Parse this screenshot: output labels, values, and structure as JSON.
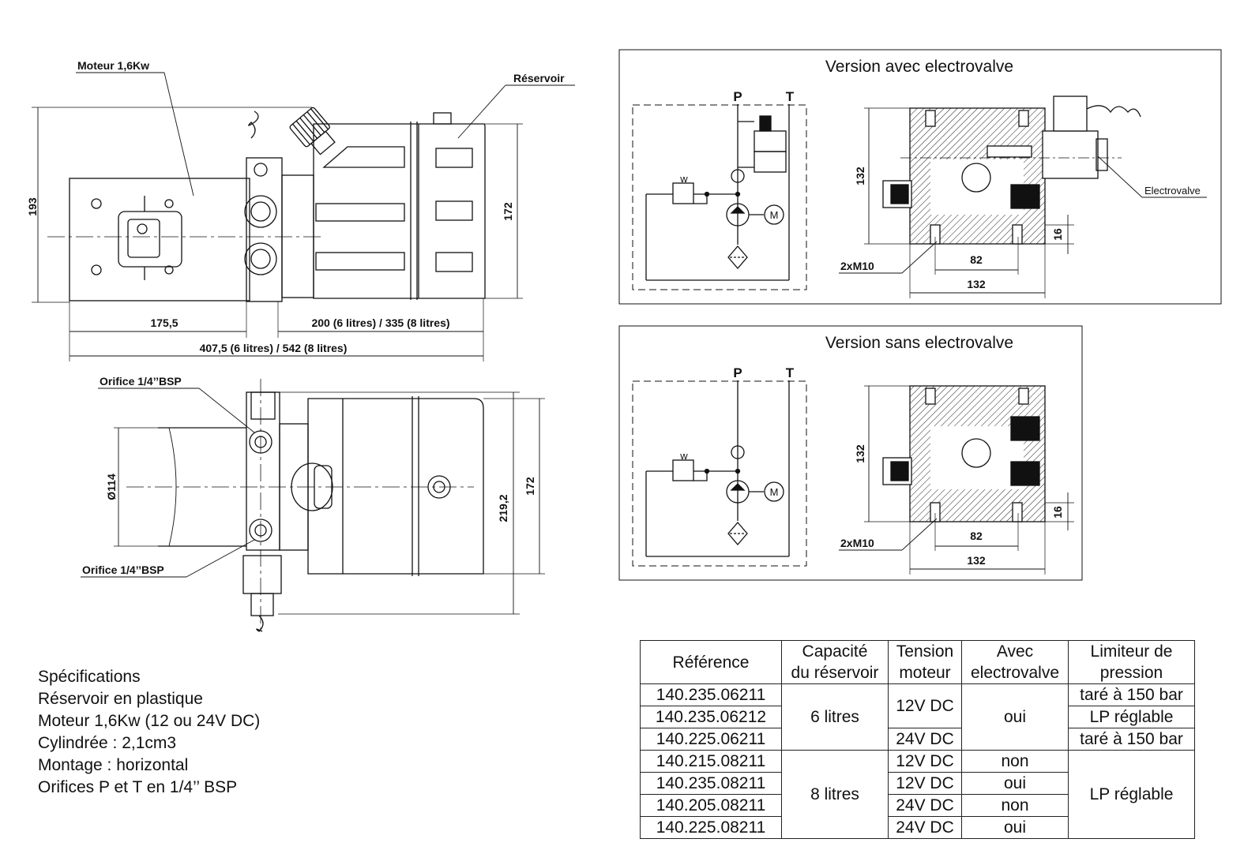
{
  "labels": {
    "moteur": "Moteur 1,6Kw",
    "reservoir": "Réservoir",
    "orifice_top": "Orifice 1/4’’BSP",
    "orifice_bottom": "Orifice 1/4’’BSP",
    "electrovalve": "Electrovalve"
  },
  "dimensions": {
    "height_193": "193",
    "height_172_top": "172",
    "width_175_5": "175,5",
    "width_tank": "200 (6 litres) / 335 (8 litres)",
    "width_total": "407,5 (6 litres) / 542 (8 litres)",
    "dia_114": "Ø114",
    "height_219_2": "219,2",
    "height_172_bottom": "172"
  },
  "panels": [
    {
      "title": "Version avec electrovalve",
      "port_p": "P",
      "port_t": "T",
      "motor": "M",
      "dim_132_v": "132",
      "dim_82": "82",
      "dim_132_h": "132",
      "dim_16": "16",
      "thread": "2xM10",
      "spring": "w"
    },
    {
      "title": "Version sans electrovalve",
      "port_p": "P",
      "port_t": "T",
      "motor": "M",
      "dim_132_v": "132",
      "dim_82": "82",
      "dim_132_h": "132",
      "dim_16": "16",
      "thread": "2xM10",
      "spring": "w"
    }
  ],
  "specs": [
    "Spécifications",
    "Réservoir en plastique",
    "Moteur 1,6Kw (12 ou 24V DC)",
    "Cylindrée : 2,1cm3",
    "Montage : horizontal",
    "Orifices P et T en 1/4’’ BSP"
  ],
  "table": {
    "headers": {
      "ref": "Référence",
      "cap_1": "Capacité",
      "cap_2": "du réservoir",
      "ten_1": "Tension",
      "ten_2": "moteur",
      "ev_1": "Avec",
      "ev_2": "electrovalve",
      "lim_1": "Limiteur de",
      "lim_2": "pression"
    },
    "refs": [
      "140.235.06211",
      "140.235.06212",
      "140.225.06211",
      "140.215.08211",
      "140.235.08211",
      "140.205.08211",
      "140.225.08211"
    ],
    "capacity_6": "6 litres",
    "capacity_8": "8 litres",
    "voltages": {
      "g1": "12V DC",
      "r3": "24V DC",
      "r4": "12V DC",
      "r5": "12V DC",
      "r6": "24V DC",
      "r7": "24V DC"
    },
    "electrovalve": {
      "g1": "oui",
      "r4": "non",
      "r5": "oui",
      "r6": "non",
      "r7": "oui"
    },
    "limiter": {
      "r1": "taré à 150 bar",
      "r2": "LP réglable",
      "r3": "taré à 150 bar",
      "g4": "LP réglable"
    }
  }
}
